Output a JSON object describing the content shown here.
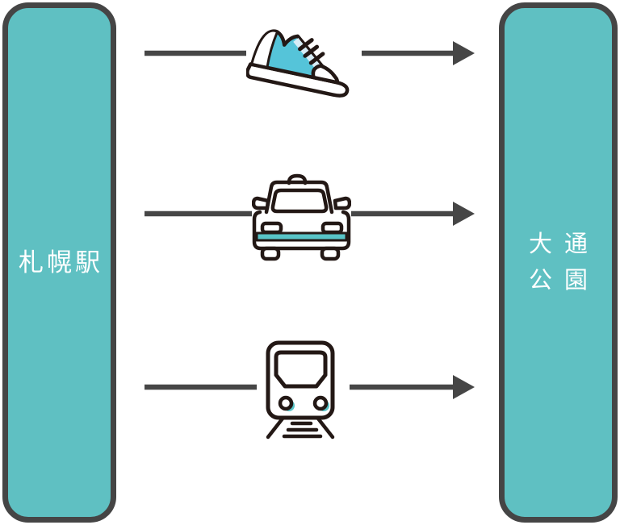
{
  "left_pillar": {
    "label": "札幌駅"
  },
  "right_pillar": {
    "label_lines": [
      "大通",
      "公園"
    ]
  },
  "routes": [
    {
      "icon": "sneaker-icon"
    },
    {
      "icon": "taxi-icon"
    },
    {
      "icon": "train-icon"
    }
  ],
  "colors": {
    "page_bg": "#ffffff",
    "pillar_fill": "#5fc0c2",
    "pillar_border": "#454545",
    "pillar_text": "#ffffff",
    "arrow": "#464646",
    "outline": "#231815",
    "teal_accent": "#58c4c7",
    "sneaker_teal": "#55c4d9",
    "sneaker_band": "#d8edf6",
    "card_bg": "#ffffff"
  }
}
